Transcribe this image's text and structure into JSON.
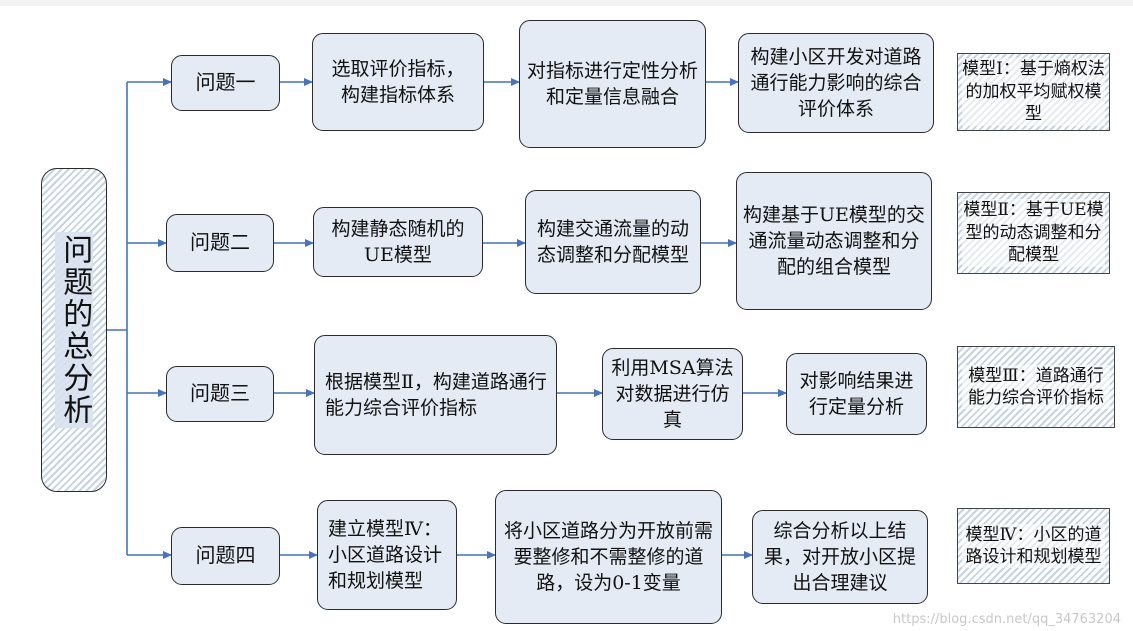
{
  "root": {
    "label": "问题的总分析"
  },
  "rows": [
    {
      "question": "问题一",
      "steps": [
        "选取评价指标，\n构建指标体系",
        "对指标进行定性分析和定量信息融合",
        "构建小区开发对道路通行能力影响的综合评价体系"
      ],
      "model": "模型Ⅰ：基于熵权法的加权平均赋权模型"
    },
    {
      "question": "问题二",
      "steps": [
        "构建静态随机的\nUE模型",
        "构建交通流量的动态调整和分配模型",
        "构建基于UE模型的交通流量动态调整和分配的组合模型"
      ],
      "model": "模型Ⅱ：基于UE模型的动态调整和分配模型"
    },
    {
      "question": "问题三",
      "steps": [
        "根据模型Ⅱ，构建道路通行能力综合评价指标",
        "利用MSA算法对数据进行仿真",
        "对影响结果进行定量分析"
      ],
      "model": "模型Ⅲ：道路通行能力综合评价指标"
    },
    {
      "question": "问题四",
      "steps": [
        "建立模型Ⅳ：\n小区道路设计\n和规划模型",
        "将小区道路分为开放前需要整修和不需整修的道路，设为0-1变量",
        "综合分析以上结果，对开放小区提出合理建议"
      ],
      "model": "模型Ⅳ：小区的道路设计和规划模型"
    }
  ],
  "watermark": "https://blog.csdn.net/qq_34763204",
  "colors": {
    "box_fill": "#e4ebf5",
    "hatch": "#c6d3e4",
    "connector": "#4472c4",
    "border": "#2b2b2b"
  }
}
